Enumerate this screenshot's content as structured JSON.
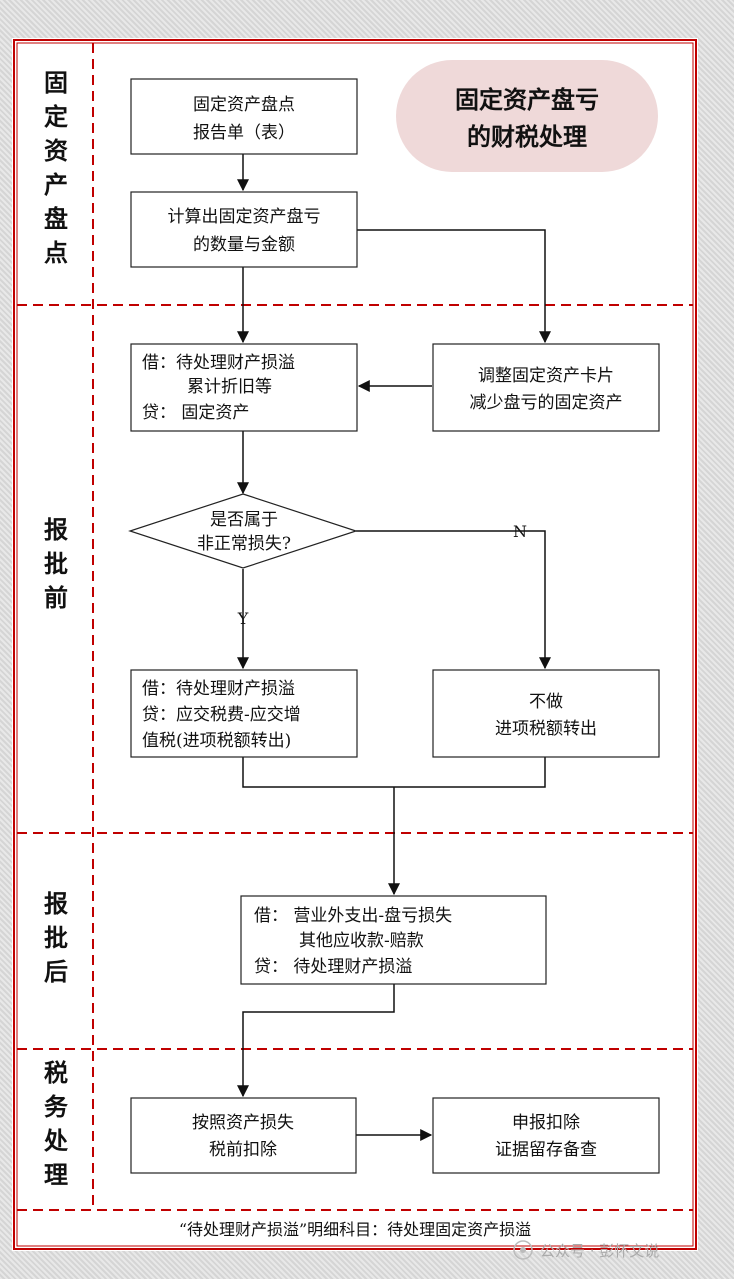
{
  "title": [
    "固定资产盘亏",
    "的财税处理"
  ],
  "lanes": [
    "固定资产盘点",
    "报批前",
    "报批后",
    "税务处理"
  ],
  "boxes": {
    "report": [
      "固定资产盘点",
      "报告单（表）"
    ],
    "calc": [
      "计算出固定资产盘亏",
      "的数量与金额"
    ],
    "entry1": [
      "借：待处理财产损溢",
      "累计折旧等",
      "贷：  固定资产"
    ],
    "adjust": [
      "调整固定资产卡片",
      "减少盘亏的固定资产"
    ],
    "decision": [
      "是否属于",
      "非正常损失?"
    ],
    "entry2": [
      "借：待处理财产损溢",
      "贷：应交税费-应交增",
      "值税(进项税额转出)"
    ],
    "no_transfer": [
      "不做",
      "进项税额转出"
    ],
    "entry3": [
      "借：  营业外支出-盘亏损失",
      "其他应收款-赔款",
      "贷：  待处理财产损溢"
    ],
    "deduct": [
      "按照资产损失",
      "税前扣除"
    ],
    "declare": [
      "申报扣除",
      "证据留存备查"
    ]
  },
  "labels": {
    "yes": "Y",
    "no": "N"
  },
  "footer": "“待处理财产损溢”明细科目：待处理固定资产损溢",
  "watermark": "公众号 · 彭怀文说",
  "colors": {
    "border": "#c00000",
    "title_bg": "#efd9d9",
    "box_stroke": "#222222"
  }
}
